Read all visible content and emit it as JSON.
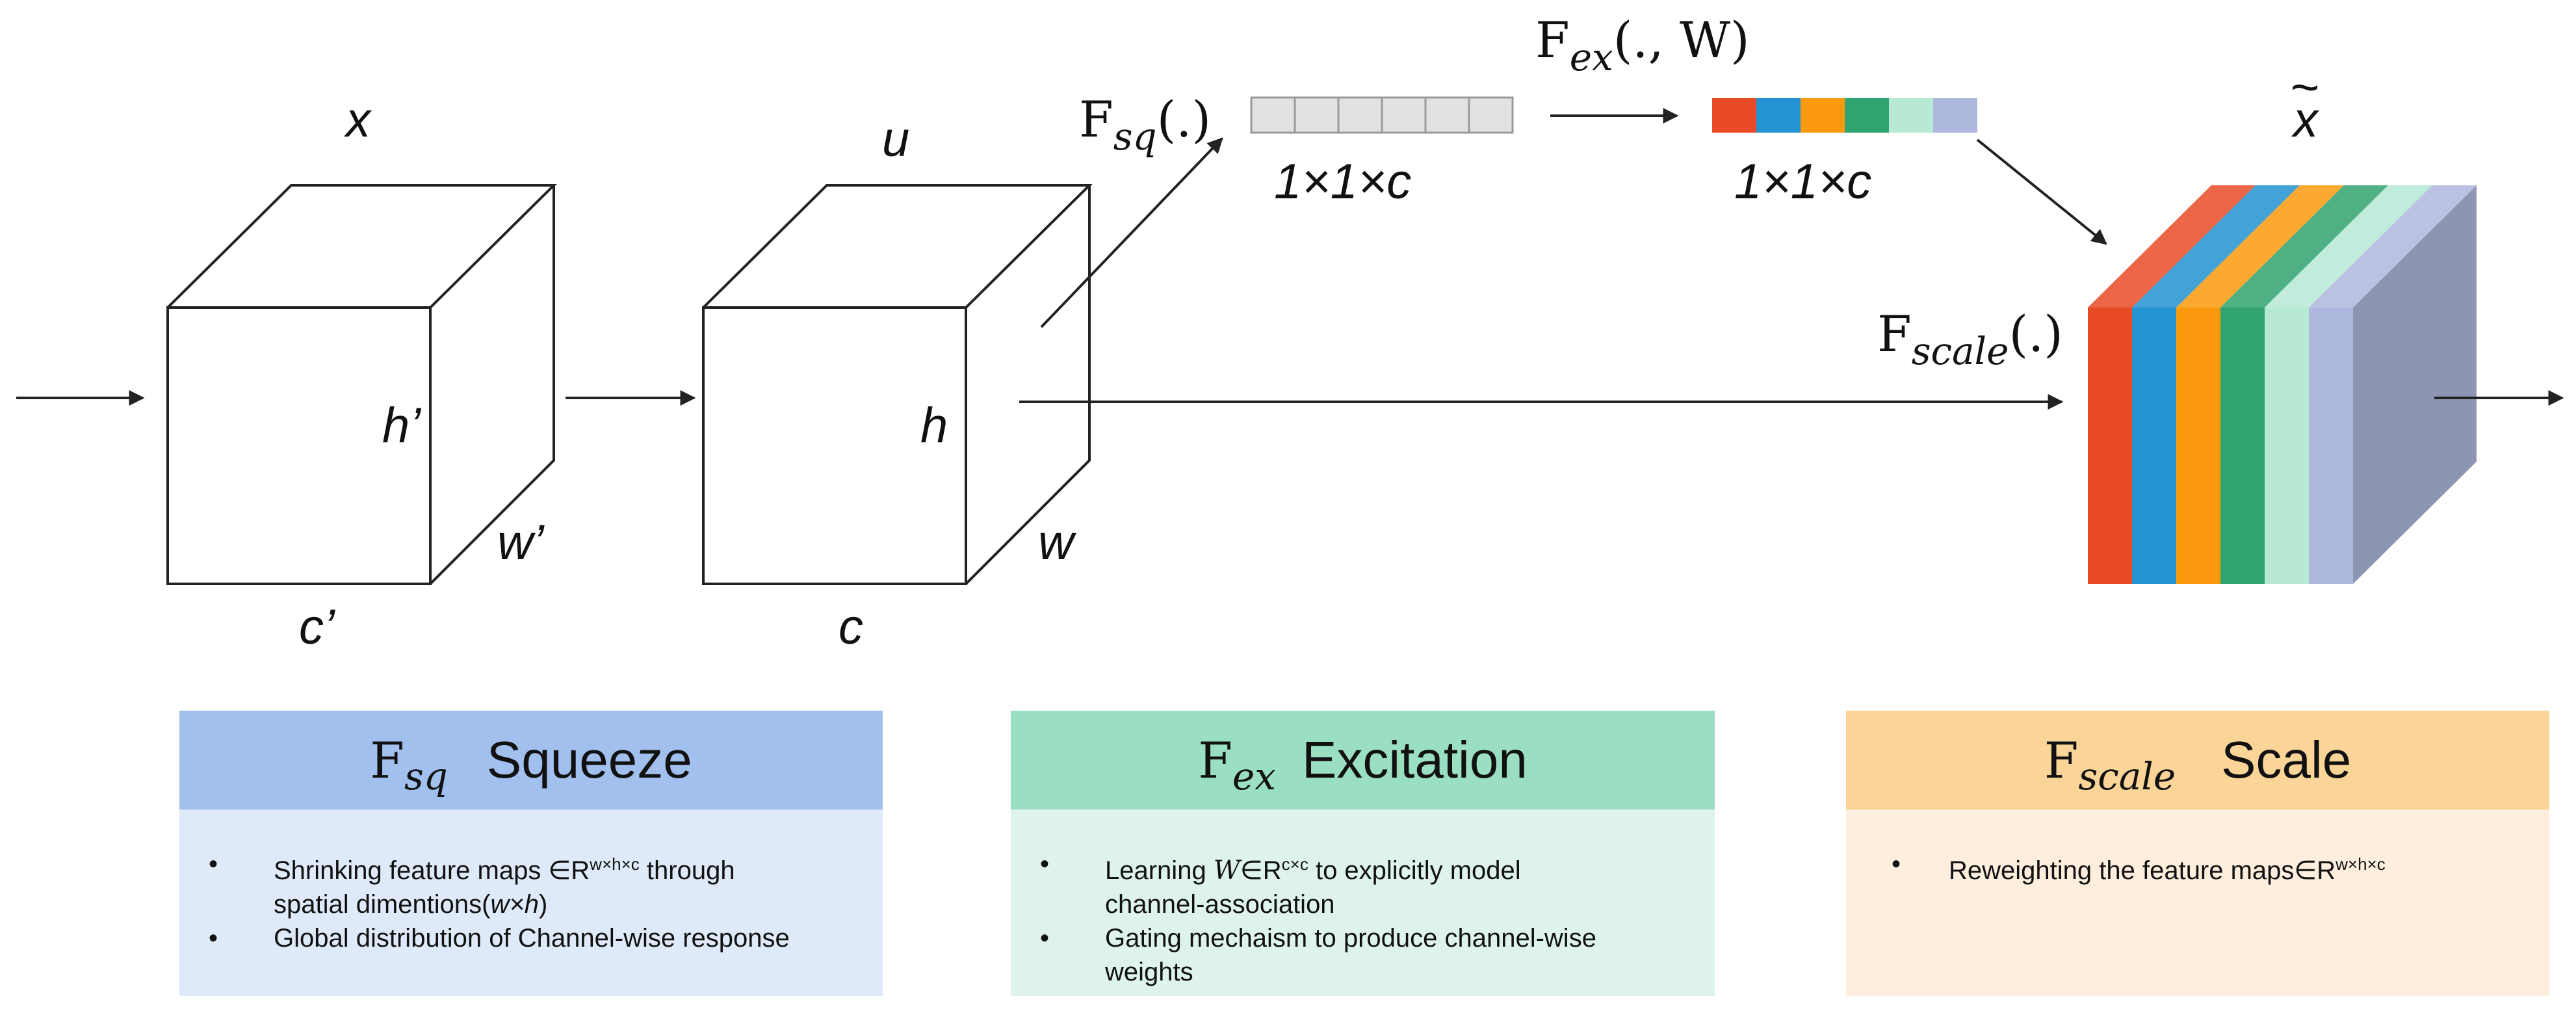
{
  "diagram": {
    "input_cube": {
      "top_label": "x",
      "height_label": "h’",
      "width_label": "w’",
      "channel_label": "c’"
    },
    "transformed_cube": {
      "top_label": "u",
      "height_label": "h",
      "width_label": "w",
      "channel_label": "c"
    },
    "squeeze_function": {
      "main": "F",
      "sub": "sq",
      "args": "(.)"
    },
    "squeeze_vector_label": "1×1×c",
    "excitation_function": {
      "main": "F",
      "sub": "ex",
      "args": "(., W)"
    },
    "excitation_vector_label": "1×1×c",
    "scale_function": {
      "main": "F",
      "sub": "scale",
      "args": "(.)"
    },
    "output_label": "x",
    "output_tilde": "~",
    "channel_colors": [
      "#E84A26",
      "#2393D1",
      "#FC9A0F",
      "#31A36F",
      "#B7E9D5",
      "#AEB7DD"
    ],
    "output_side_color": "#8D95B2",
    "squeeze_cell_color": "#E2E2E2"
  },
  "panels": {
    "squeeze": {
      "symbol_main": "F",
      "symbol_sub": "sq",
      "title": "Squeeze",
      "head_color": "#A1C0EE",
      "body_color": "#DEEAF9",
      "bullet1_part1": "Shrinking feature maps ∈R",
      "bullet1_sup": "w×h×c",
      "bullet1_part2": " through",
      "bullet1_line2a": "spatial dimentions(",
      "bullet1_line2_italic": "w×h",
      "bullet1_line2b": ")",
      "bullet2": "Global distribution of Channel-wise response",
      "bullet_mark": "•"
    },
    "excitation": {
      "symbol_main": "F",
      "symbol_sub": "ex",
      "title": "Excitation",
      "head_color": "#9ADFC2",
      "body_color": "#DEF3EB",
      "bullet1_part1": "Learning ",
      "bullet1_italic": "W",
      "bullet1_part2": "∈R",
      "bullet1_sup": "c×c",
      "bullet1_part3": " to explicitly model",
      "bullet1_line2": "channel-association",
      "bullet2_line1": "Gating mechaism to produce channel-wise",
      "bullet2_line2": "weights",
      "bullet_mark": "•"
    },
    "scale": {
      "symbol_main": "F",
      "symbol_sub": "scale",
      "title": "Scale",
      "head_color": "#FBD498",
      "body_color": "#FEEEDD",
      "bullet1_part1": "Reweighting the feature maps∈R",
      "bullet1_sup": "w×h×c",
      "bullet_mark": "•"
    }
  }
}
